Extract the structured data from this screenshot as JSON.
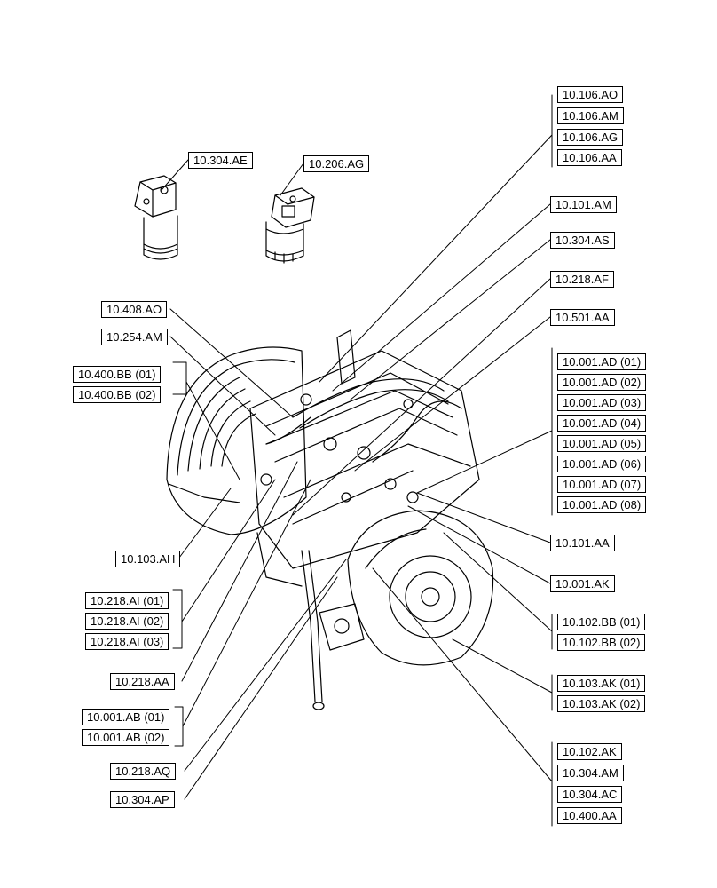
{
  "refs": {
    "r304AE": "10.304.AE",
    "r206AG": "10.206.AG",
    "r106AO": "10.106.AO",
    "r106AM": "10.106.AM",
    "r106AG": "10.106.AG",
    "r106AA": "10.106.AA",
    "r101AM": "10.101.AM",
    "r304AS": "10.304.AS",
    "r218AF": "10.218.AF",
    "r501AA": "10.501.AA",
    "r001AD1": "10.001.AD (01)",
    "r001AD2": "10.001.AD (02)",
    "r001AD3": "10.001.AD (03)",
    "r001AD4": "10.001.AD (04)",
    "r001AD5": "10.001.AD (05)",
    "r001AD6": "10.001.AD (06)",
    "r001AD7": "10.001.AD (07)",
    "r001AD8": "10.001.AD (08)",
    "r101AA": "10.101.AA",
    "r001AK": "10.001.AK",
    "r102BB1": "10.102.BB (01)",
    "r102BB2": "10.102.BB (02)",
    "r103AK1": "10.103.AK (01)",
    "r103AK2": "10.103.AK (02)",
    "r102AK": "10.102.AK",
    "r304AM": "10.304.AM",
    "r304AC": "10.304.AC",
    "r400AA": "10.400.AA",
    "r408AO": "10.408.AO",
    "r254AM": "10.254.AM",
    "r400BB1": "10.400.BB (01)",
    "r400BB2": "10.400.BB (02)",
    "r103AH": "10.103.AH",
    "r218AI1": "10.218.AI (01)",
    "r218AI2": "10.218.AI (02)",
    "r218AI3": "10.218.AI (03)",
    "r218AA": "10.218.AA",
    "r001AB1": "10.001.AB (01)",
    "r001AB2": "10.001.AB (02)",
    "r218AQ": "10.218.AQ",
    "r304AP": "10.304.AP"
  }
}
